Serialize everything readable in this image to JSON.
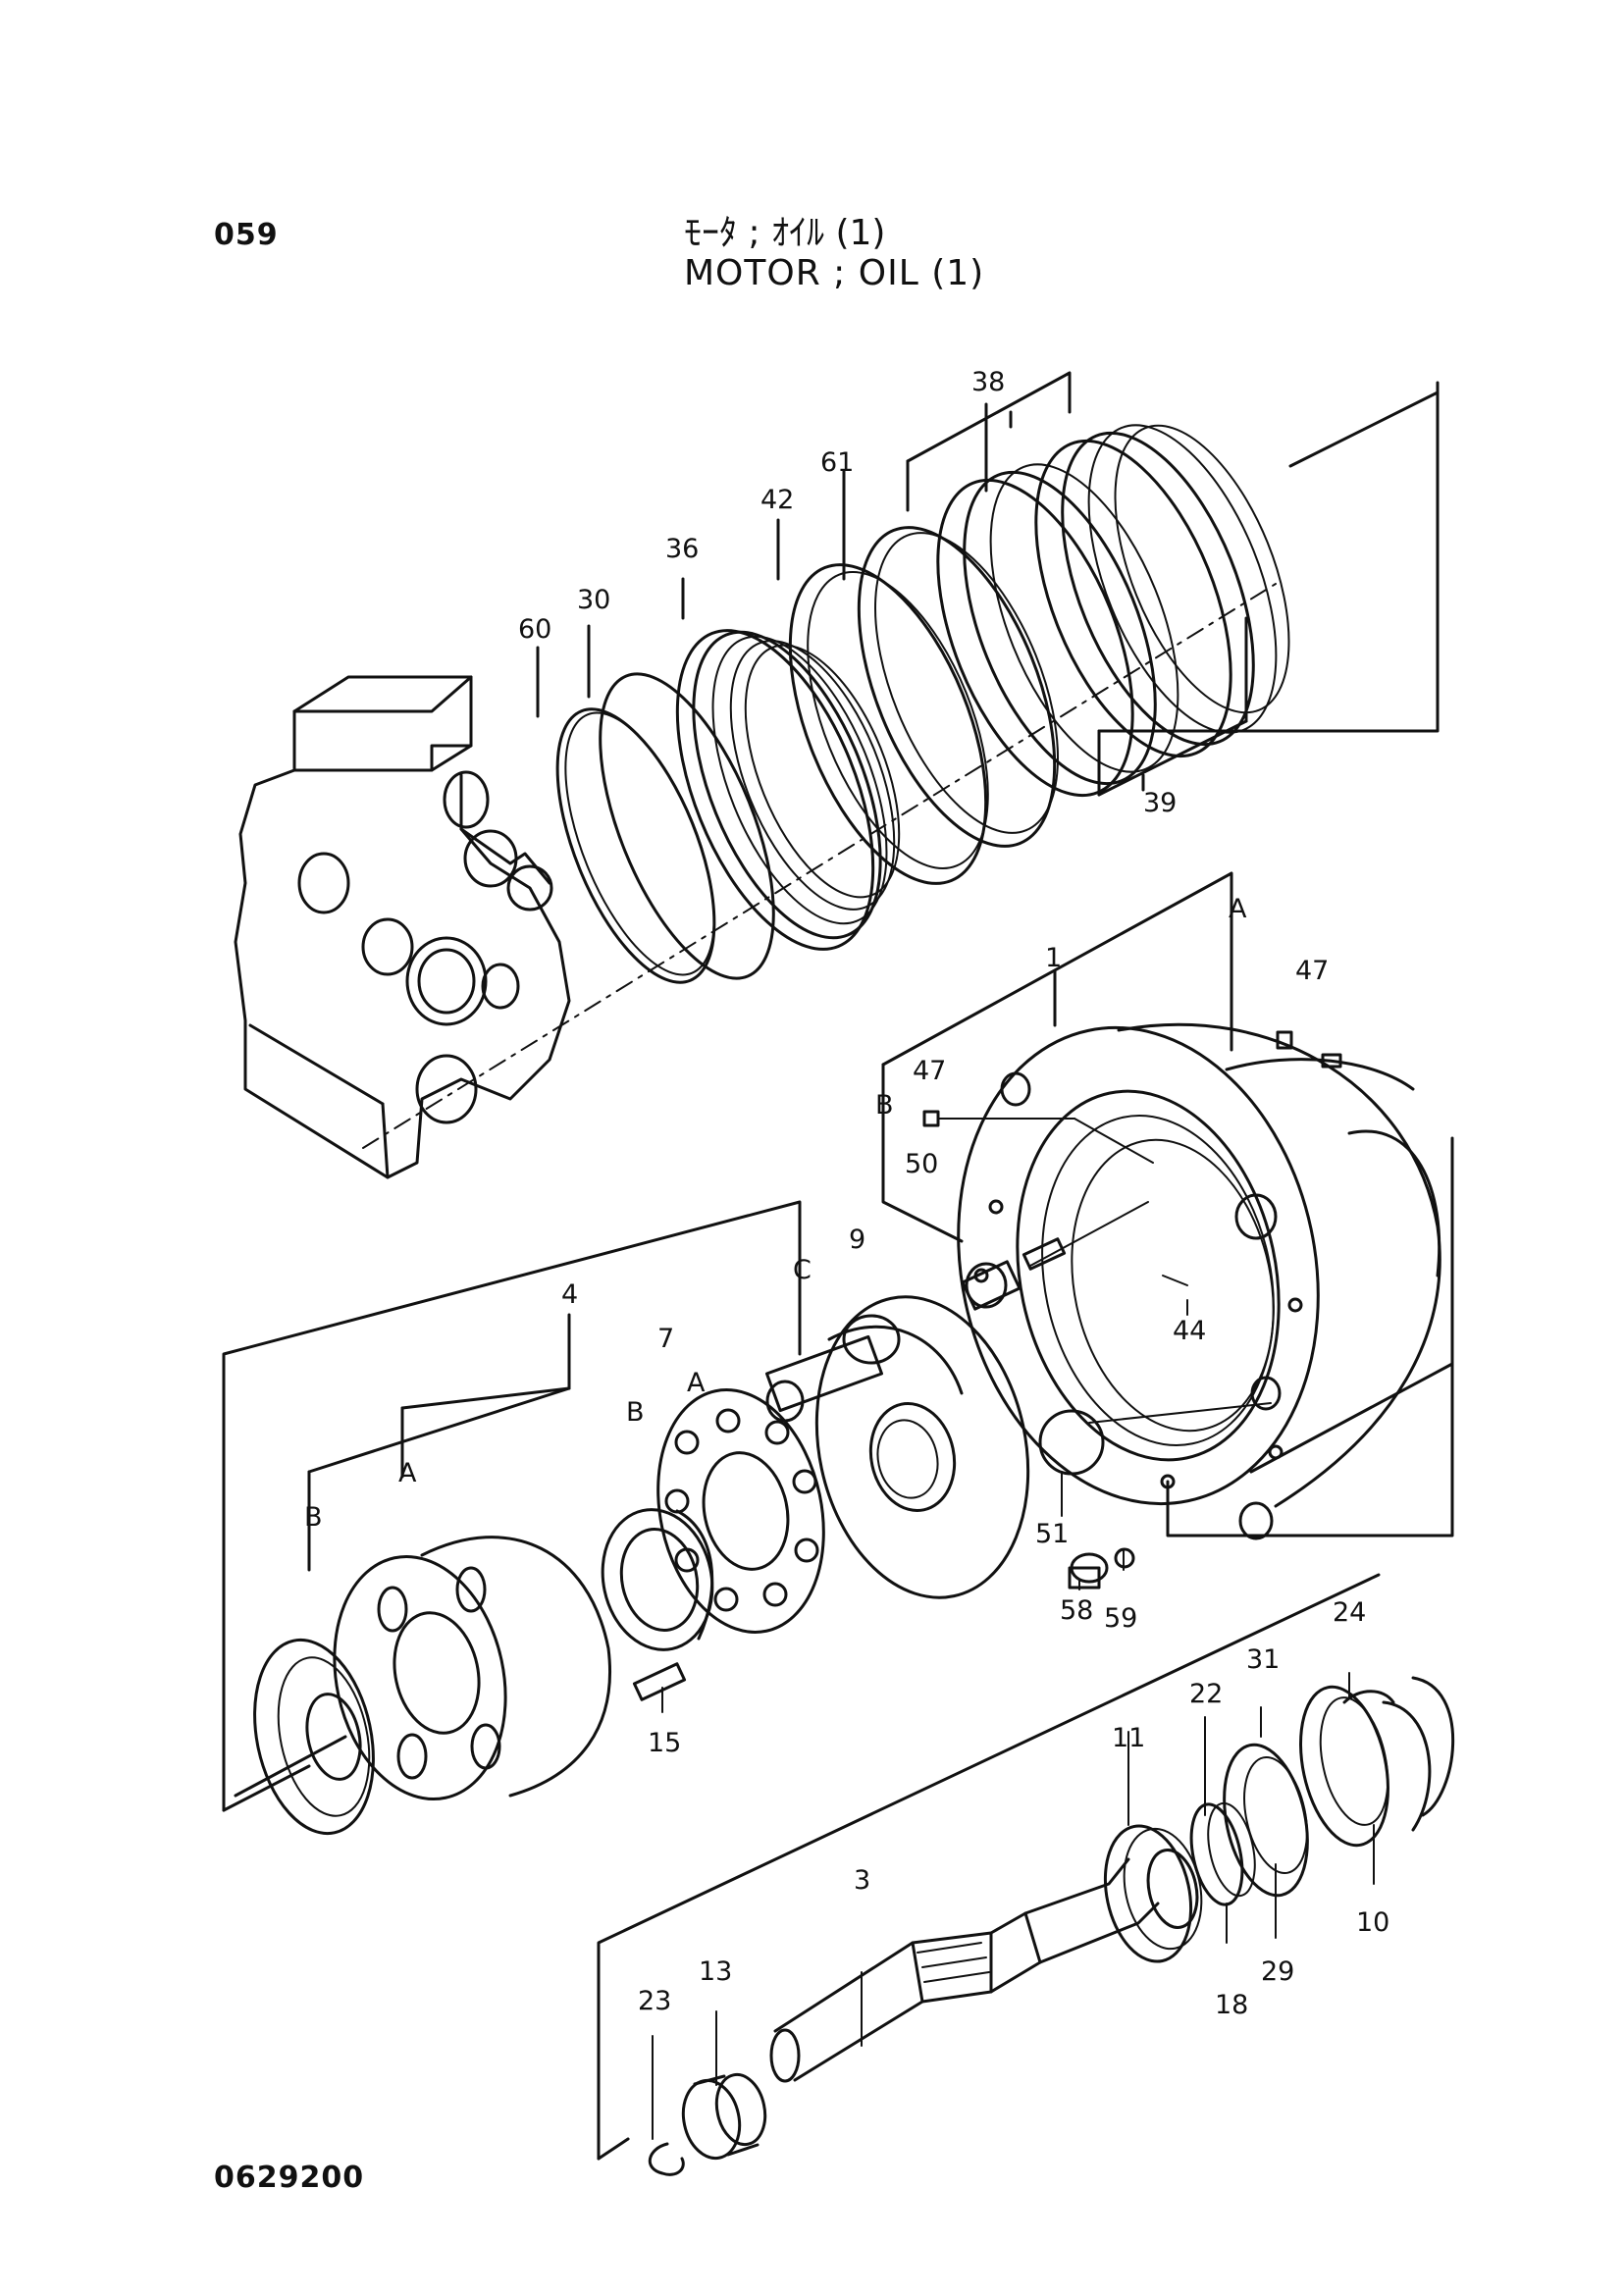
{
  "header": {
    "page_number": "059",
    "title_jp": "ﾓｰﾀ ; ｵｲﾙ (1)",
    "title_en": "MOTOR ; OIL (1)"
  },
  "footer": {
    "figure_code": "0629200"
  },
  "callouts": {
    "p1": "1",
    "p3": "3",
    "p4": "4",
    "p7": "7",
    "p9": "9",
    "p10": "10",
    "p11": "11",
    "p13": "13",
    "p15": "15",
    "p18": "18",
    "p22": "22",
    "p23": "23",
    "p24": "24",
    "p29": "29",
    "p30": "30",
    "p31": "31",
    "p36": "36",
    "p38": "38",
    "p39": "39",
    "p42": "42",
    "p44": "44",
    "p47a": "47",
    "p47b": "47",
    "p50": "50",
    "p51": "51",
    "p58": "58",
    "p59": "59",
    "p60": "60",
    "p61": "61"
  },
  "sub_labels": {
    "a1": "A",
    "b1": "B",
    "c1": "C",
    "a4": "A",
    "b4": "B",
    "a7": "A",
    "b7": "B"
  }
}
